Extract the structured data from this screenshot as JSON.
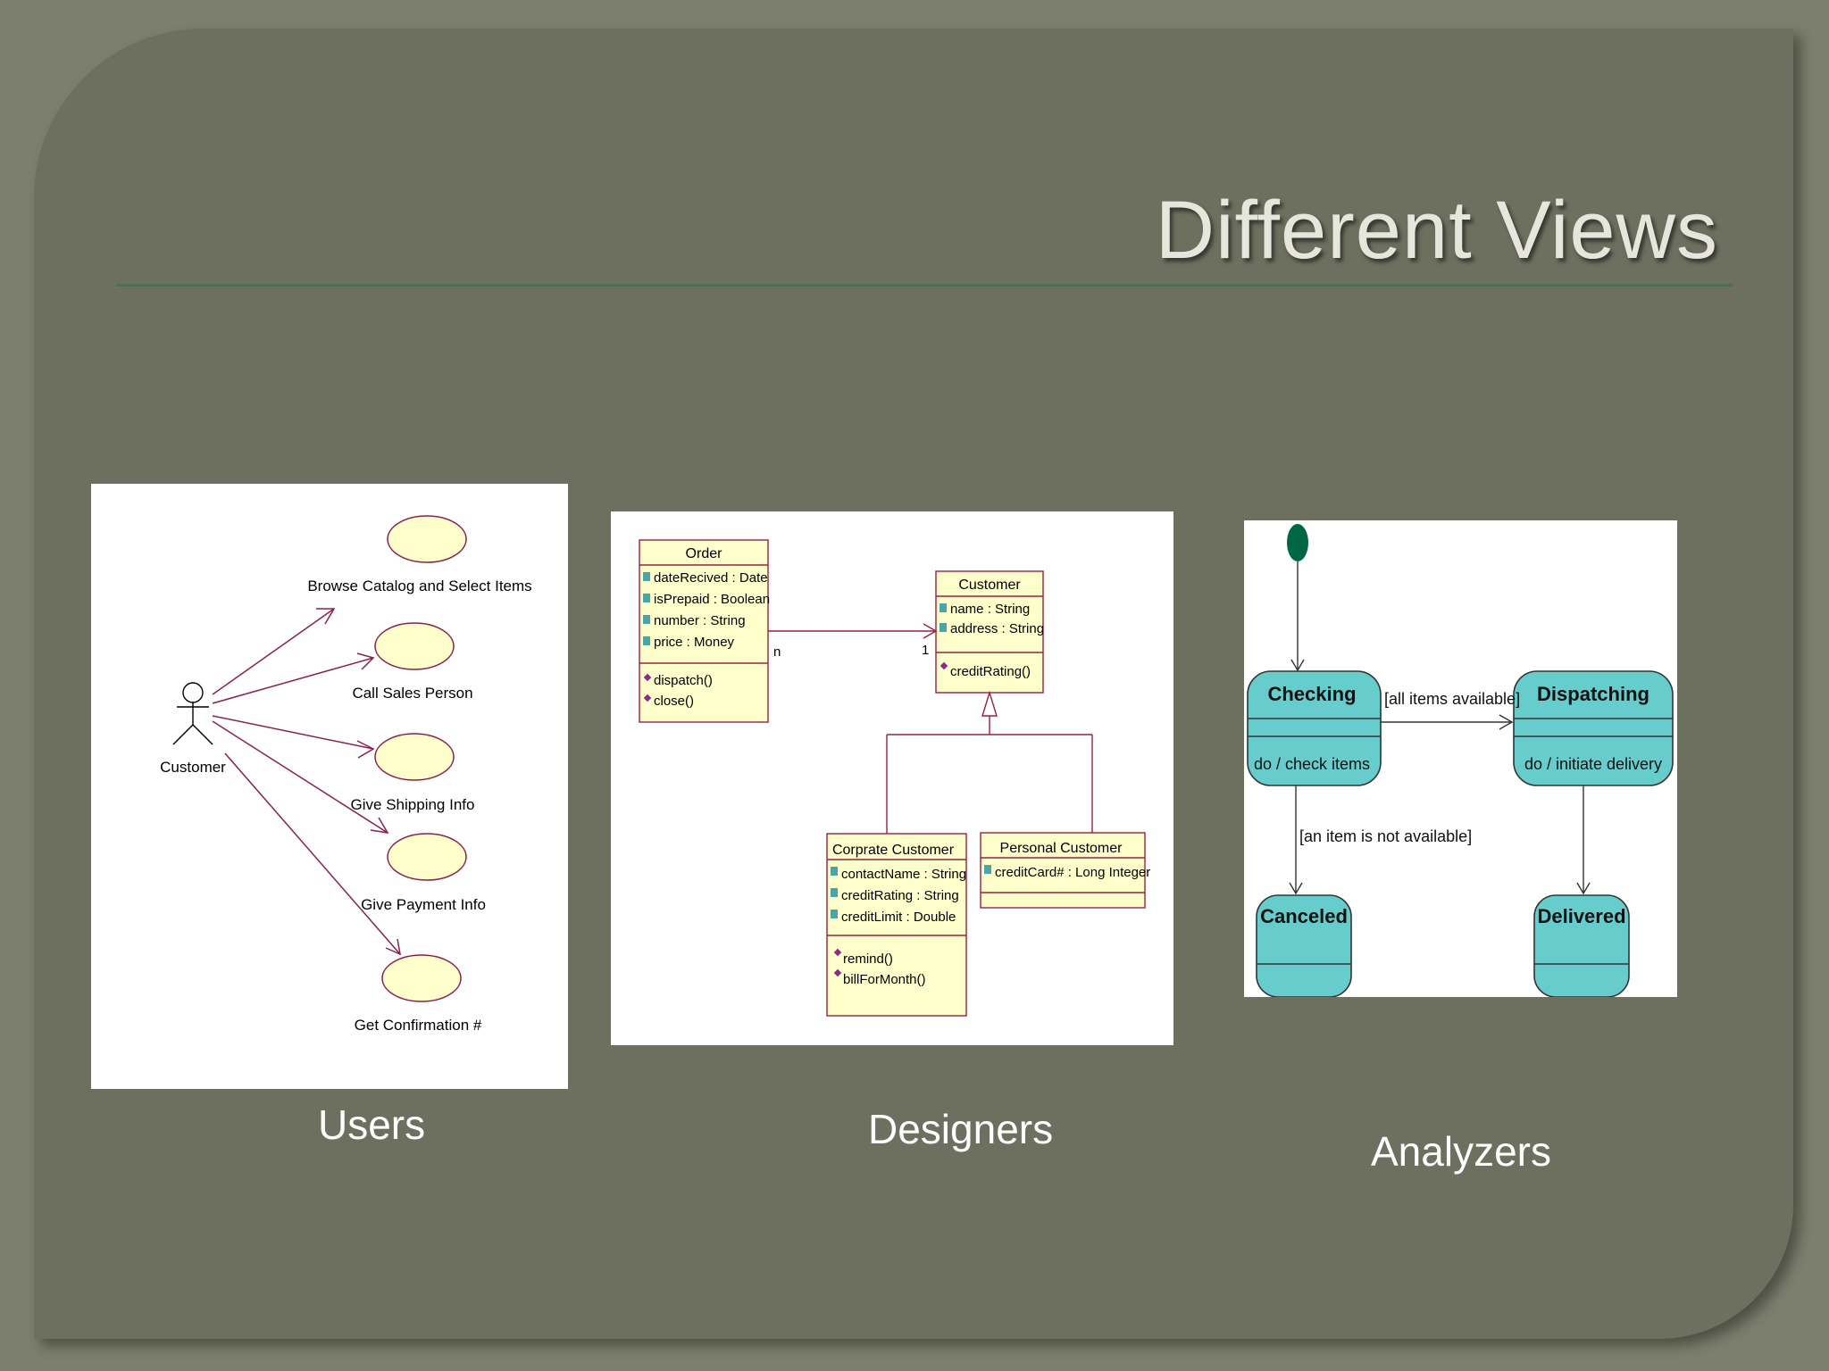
{
  "slide": {
    "title": "Different Views",
    "colors": {
      "background": "#6d6f5f",
      "title": "#e6e6dc",
      "rule": "#4f6f54",
      "caption": "#ffffff"
    }
  },
  "use_case": {
    "actor": "Customer",
    "cases": [
      "Browse Catalog and Select Items",
      "Call Sales Person",
      "Give Shipping Info",
      "Give Payment Info",
      "Get Confirmation #"
    ],
    "caption": "Users",
    "colors": {
      "ellipse": "#ffffcc",
      "line": "#800040"
    }
  },
  "class_diagram": {
    "order": {
      "name": "Order",
      "attributes": [
        "dateRecived : Date",
        "isPrepaid : Boolean",
        "number : String",
        "price : Money"
      ],
      "operations": [
        "dispatch()",
        "close()"
      ]
    },
    "customer": {
      "name": "Customer",
      "attributes": [
        "name : String",
        "address : String"
      ],
      "operations": [
        "creditRating()"
      ]
    },
    "corporate": {
      "name": "Corprate Customer",
      "attributes": [
        "contactName : String",
        "creditRating : String",
        "creditLimit : Double"
      ],
      "operations": [
        "remind()",
        "billForMonth()"
      ]
    },
    "personal": {
      "name": "Personal Customer",
      "attributes": [
        "creditCard# : Long Integer"
      ],
      "operations": []
    },
    "association": {
      "order_end": "n",
      "customer_end": "1"
    },
    "caption": "Designers",
    "colors": {
      "box": "#ffffcc",
      "line": "#990033"
    }
  },
  "state_diagram": {
    "states": {
      "checking": {
        "name": "Checking",
        "activity": "do / check items"
      },
      "dispatching": {
        "name": "Dispatching",
        "activity": "do / initiate delivery"
      },
      "canceled": {
        "name": "Canceled"
      },
      "delivered": {
        "name": "Delivered"
      }
    },
    "transitions": {
      "all_available": "[all items available]",
      "not_available": "[an item is not available]"
    },
    "caption": "Analyzers",
    "colors": {
      "state": "#66cccc",
      "initial": "#006644"
    }
  }
}
